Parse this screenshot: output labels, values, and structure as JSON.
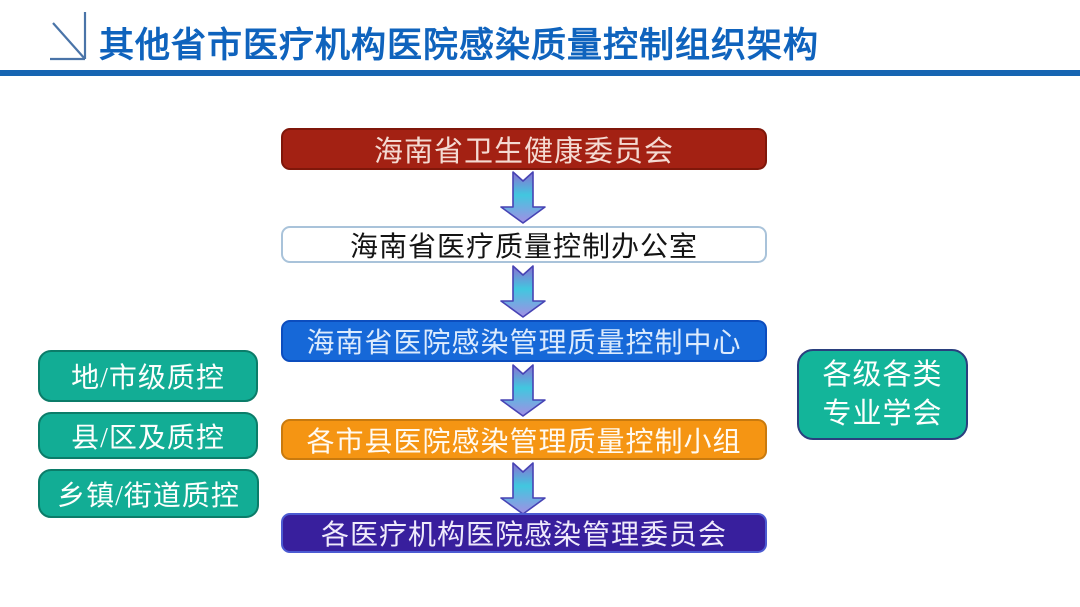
{
  "title": {
    "text": "其他省市医疗机构医院感染质量控制组织架构",
    "color": "#0F63BD",
    "rule_color": "#1665B2",
    "corner_icon": "corner-diagonal-lines"
  },
  "flow": {
    "direction": "top-down",
    "connector_shape": "notched-down-block-arrow",
    "arrow_colors": {
      "top": "#8C70D2",
      "middle": "#41C7DF",
      "bottom": "#A38EE4",
      "outline": "#4743B4"
    },
    "nodes": [
      {
        "label": "海南省卫生健康委员会",
        "fill": "#A32113",
        "border": "#7F170A",
        "text_color": "#F4DAD2"
      },
      {
        "label": "海南省医疗质量控制办公室",
        "fill": "#FFFFFF",
        "border": "#A9C3DA",
        "text_color": "#141414"
      },
      {
        "label": "海南省医院感染管理质量控制中心",
        "fill": "#1668D8",
        "border": "#0C4DBE",
        "text_color": "#DCEBFD"
      },
      {
        "label": "各市县医院感染管理质量控制小组",
        "fill": "#F59513",
        "border": "#C97A0E",
        "text_color": "#FFFAF2"
      },
      {
        "label": "各医疗机构医院感染管理委员会",
        "fill": "#381F9D",
        "border": "#4C5BD2",
        "text_color": "#EFEAFB"
      }
    ]
  },
  "side_left": {
    "fill": "#12AD95",
    "border": "#0B7C69",
    "text_color": "#FFFFFF",
    "items": [
      {
        "label": "地/市级质控"
      },
      {
        "label": "县/区及质控"
      },
      {
        "label": "乡镇/街道质控"
      }
    ]
  },
  "side_right": {
    "fill": "#13B59A",
    "border": "#2A3F7E",
    "text_color": "#FFFFFF",
    "lines": [
      "各级各类",
      "专业学会"
    ]
  }
}
